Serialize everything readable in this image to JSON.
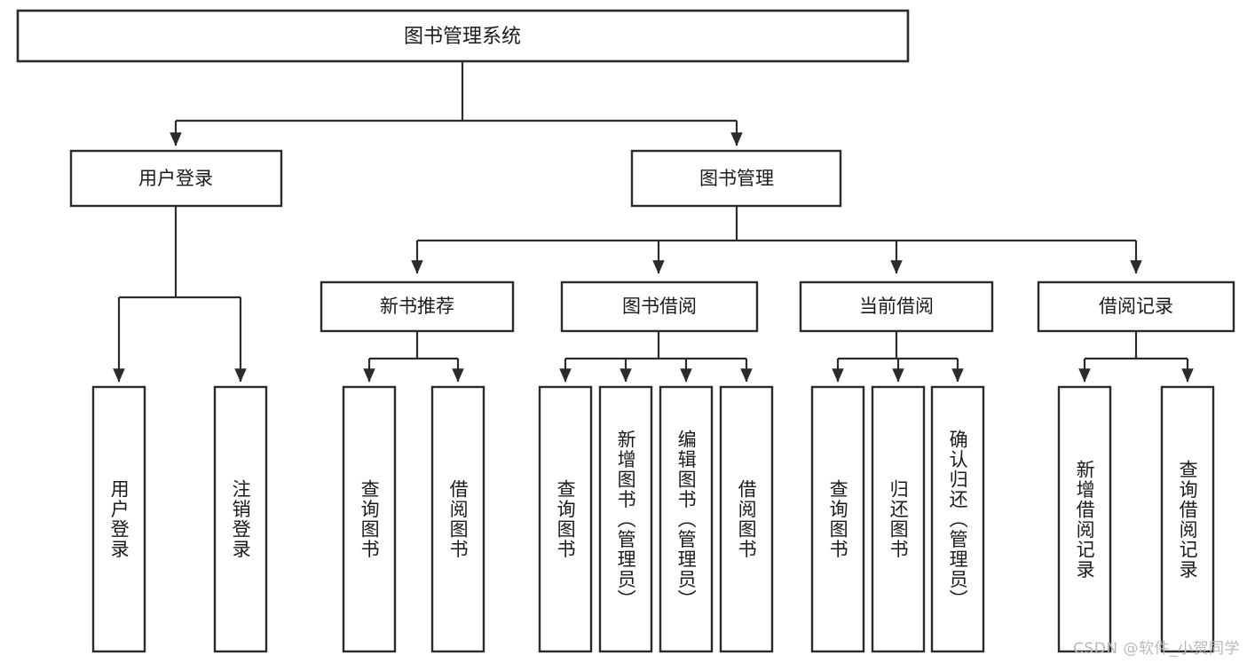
{
  "diagram": {
    "title": "图书管理系统",
    "type": "hierarchy-tree",
    "orientation": "top-down",
    "colors": {
      "box_stroke": "#2b2b2b",
      "box_fill": "#ffffff",
      "connector": "#2b2b2b",
      "text": "#1a1a1a",
      "watermark": "#b9b9b9",
      "background": "#ffffff"
    },
    "root": {
      "label": "图书管理系统"
    },
    "level2": [
      {
        "label": "用户登录"
      },
      {
        "label": "图书管理"
      }
    ],
    "level3": [
      {
        "label": "新书推荐"
      },
      {
        "label": "图书借阅"
      },
      {
        "label": "当前借阅"
      },
      {
        "label": "借阅记录"
      }
    ],
    "leaves": {
      "user_login": [
        {
          "label": "用户登录"
        },
        {
          "label": "注销登录"
        }
      ],
      "new_book_recommend": [
        {
          "label": "查询图书"
        },
        {
          "label": "借阅图书"
        }
      ],
      "book_borrow": [
        {
          "label": "查询图书"
        },
        {
          "label": "新增图书（管理员）"
        },
        {
          "label": "编辑图书（管理员）"
        },
        {
          "label": "借阅图书"
        }
      ],
      "current_borrow": [
        {
          "label": "查询图书"
        },
        {
          "label": "归还图书"
        },
        {
          "label": "确认归还（管理员）"
        }
      ],
      "borrow_record": [
        {
          "label": "新增借阅记录"
        },
        {
          "label": "查询借阅记录"
        }
      ]
    }
  },
  "watermark": {
    "text": "CSDN @软件_小贺同学"
  }
}
